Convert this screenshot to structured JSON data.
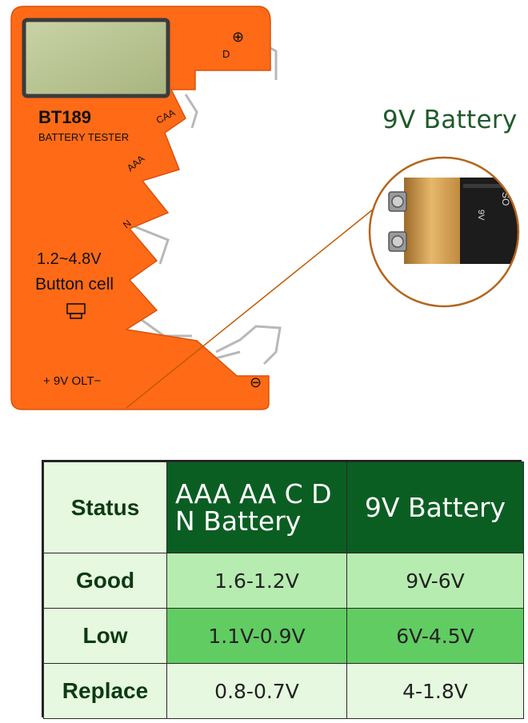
{
  "device": {
    "model": "BT189",
    "subtitle": "BATTERY TESTER",
    "slot_labels": {
      "d": "D",
      "c_aa": "CAA",
      "aaa": "AAA",
      "n": "N"
    },
    "button_cell_range": "1.2~4.8V",
    "button_cell_label": "Button cell",
    "bottom_label": "+ 9V OLT−",
    "plus_symbol": "⊕",
    "minus_symbol": "⊖"
  },
  "callout": {
    "caption": "9V Battery",
    "battery_print_1": "9V",
    "battery_print_2": "SO"
  },
  "table": {
    "header": {
      "status": "Status",
      "col1_line1": "AAA AA C D",
      "col1_line2": "N Battery",
      "col2": "9V Battery"
    },
    "rows": [
      {
        "status": "Good",
        "aaa_aa_c_d_n": "1.6-1.2V",
        "nine_v": "9V-6V"
      },
      {
        "status": "Low",
        "aaa_aa_c_d_n": "1.1V-0.9V",
        "nine_v": "6V-4.5V"
      },
      {
        "status": "Replace",
        "aaa_aa_c_d_n": "0.8-0.7V",
        "nine_v": "4-1.8V"
      }
    ]
  },
  "colors": {
    "device_orange": "#ff6a17",
    "header_green": "#0b5e22",
    "good_green": "#b6ecb0",
    "low_green": "#61cc62",
    "pale_green": "#e6f8df"
  }
}
